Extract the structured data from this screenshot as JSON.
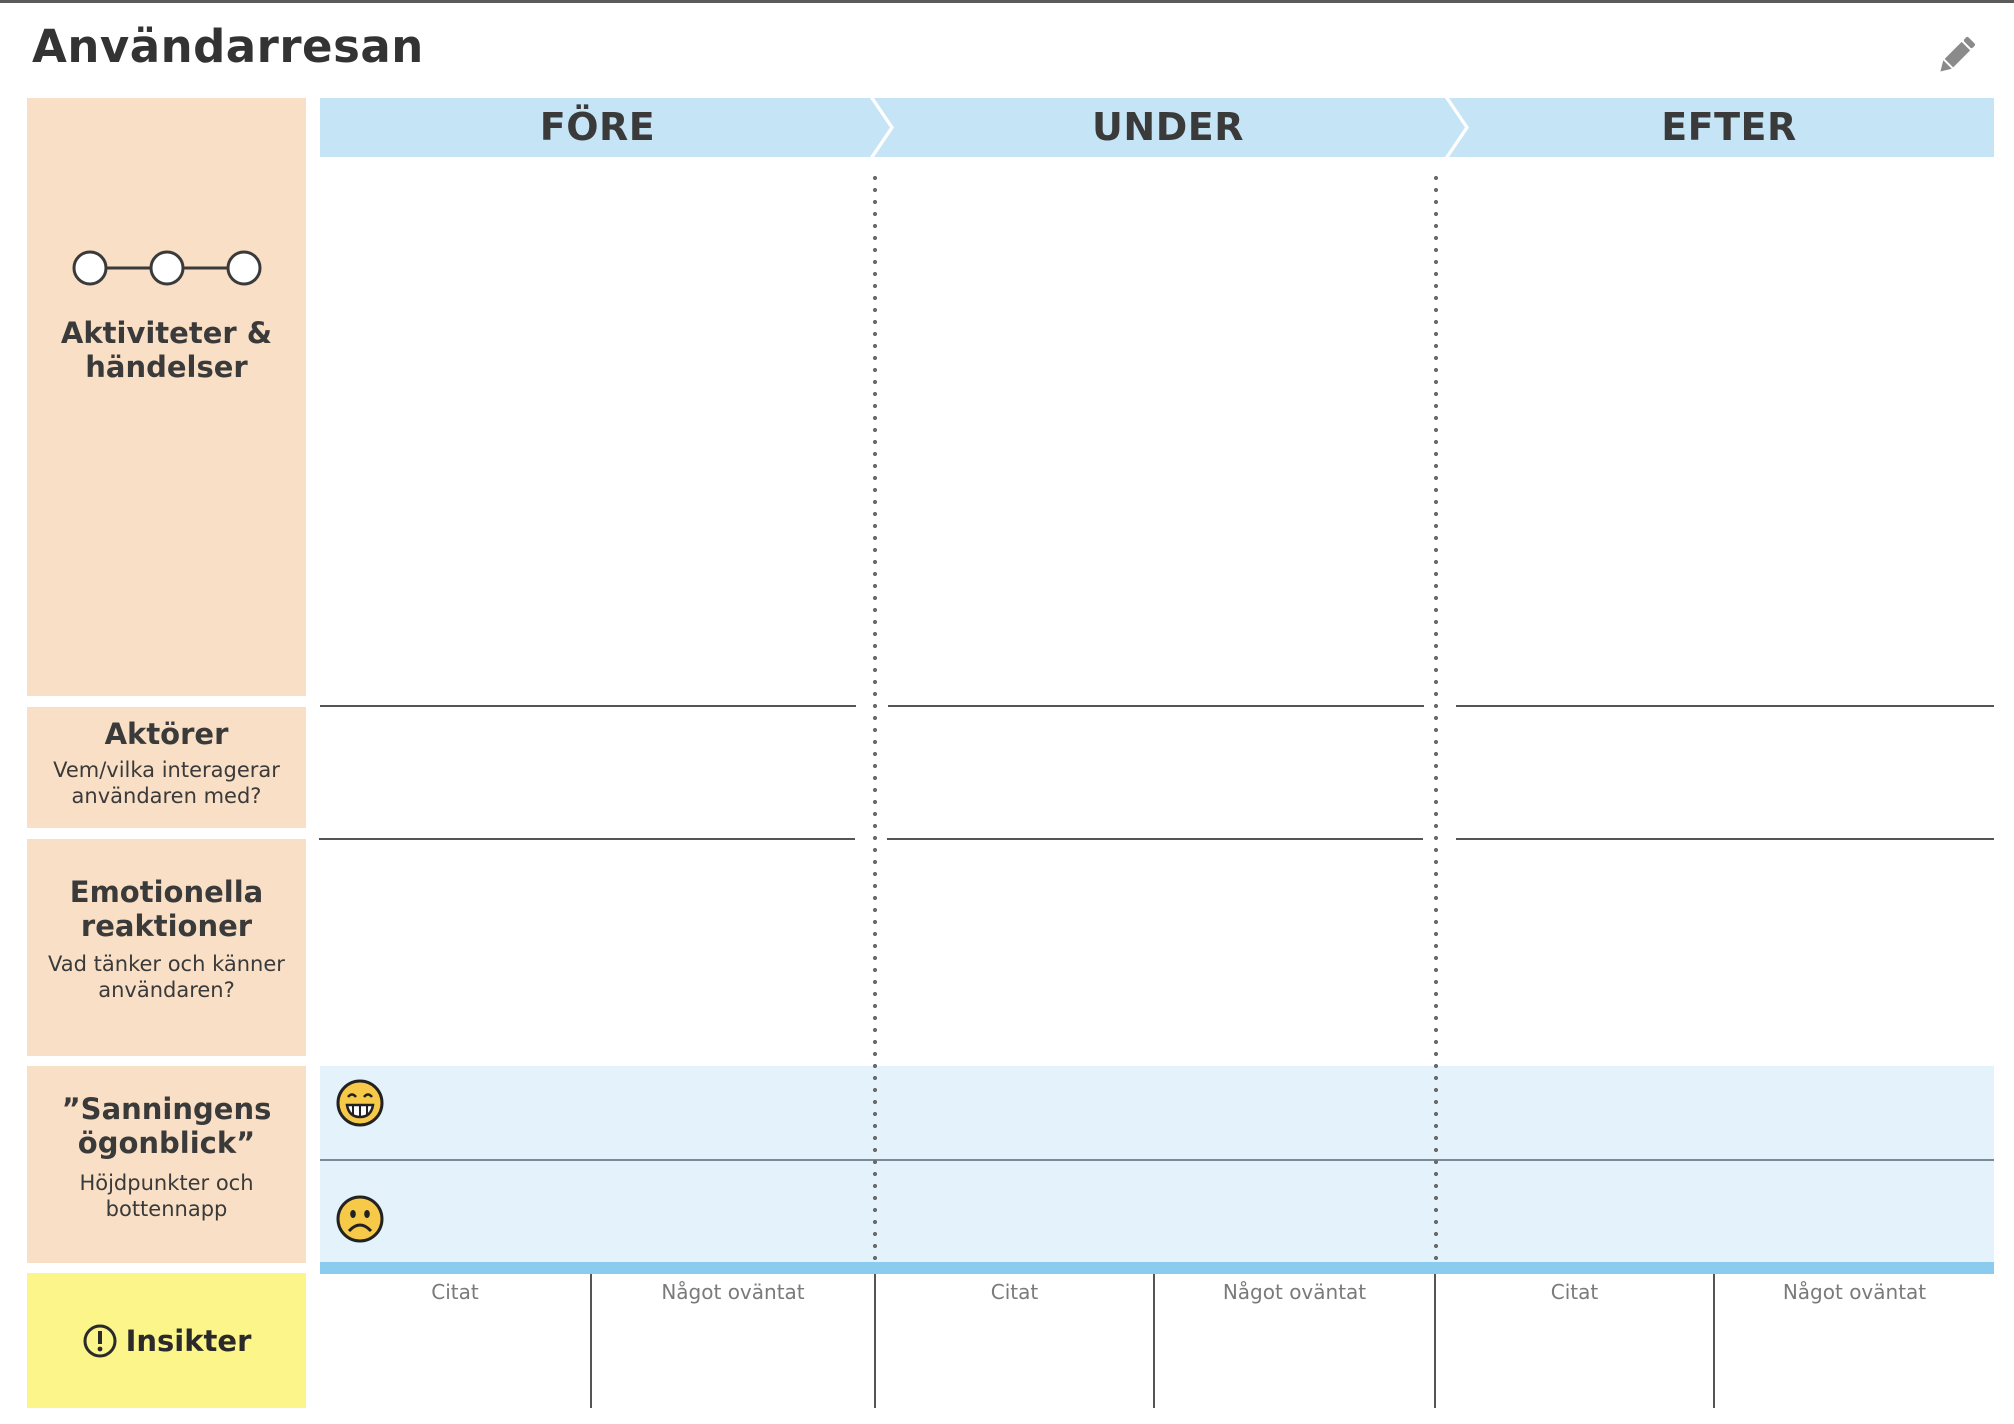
{
  "header": {
    "title": "Användarresan"
  },
  "icons": {
    "edit": "pencil-icon",
    "activities": "three-connected-circles-icon",
    "insights": "exclamation-circle-icon",
    "highlight": "grinning-face-icon",
    "lowlight": "frowning-face-icon"
  },
  "phases": [
    {
      "label": "FÖRE"
    },
    {
      "label": "UNDER"
    },
    {
      "label": "EFTER"
    }
  ],
  "rows": {
    "activities": {
      "title_line1": "Aktiviteter &",
      "title_line2": "händelser"
    },
    "actors": {
      "title": "Aktörer",
      "sub_line1": "Vem/vilka interagerar",
      "sub_line2": "användaren med?"
    },
    "emotions": {
      "title_line1": "Emotionella",
      "title_line2": "reaktioner",
      "sub_line1": "Vad tänker och känner",
      "sub_line2": "användaren?"
    },
    "moments": {
      "title_line1": "”Sanningens",
      "title_line2": "ögonblick”",
      "sub_line1": "Höjdpunkter och",
      "sub_line2": "bottennapp"
    },
    "insights": {
      "title": "Insikter"
    }
  },
  "insight_columns": [
    "Citat",
    "Något oväntat",
    "Citat",
    "Något oväntat",
    "Citat",
    "Något oväntat"
  ],
  "colors": {
    "row_label_bg": "#f8dfc5",
    "phase_bg": "#c5e4f6",
    "moments_bg": "#e3f2fb",
    "insights_bg": "#fbf58a",
    "accent_bar": "#8acbee"
  }
}
